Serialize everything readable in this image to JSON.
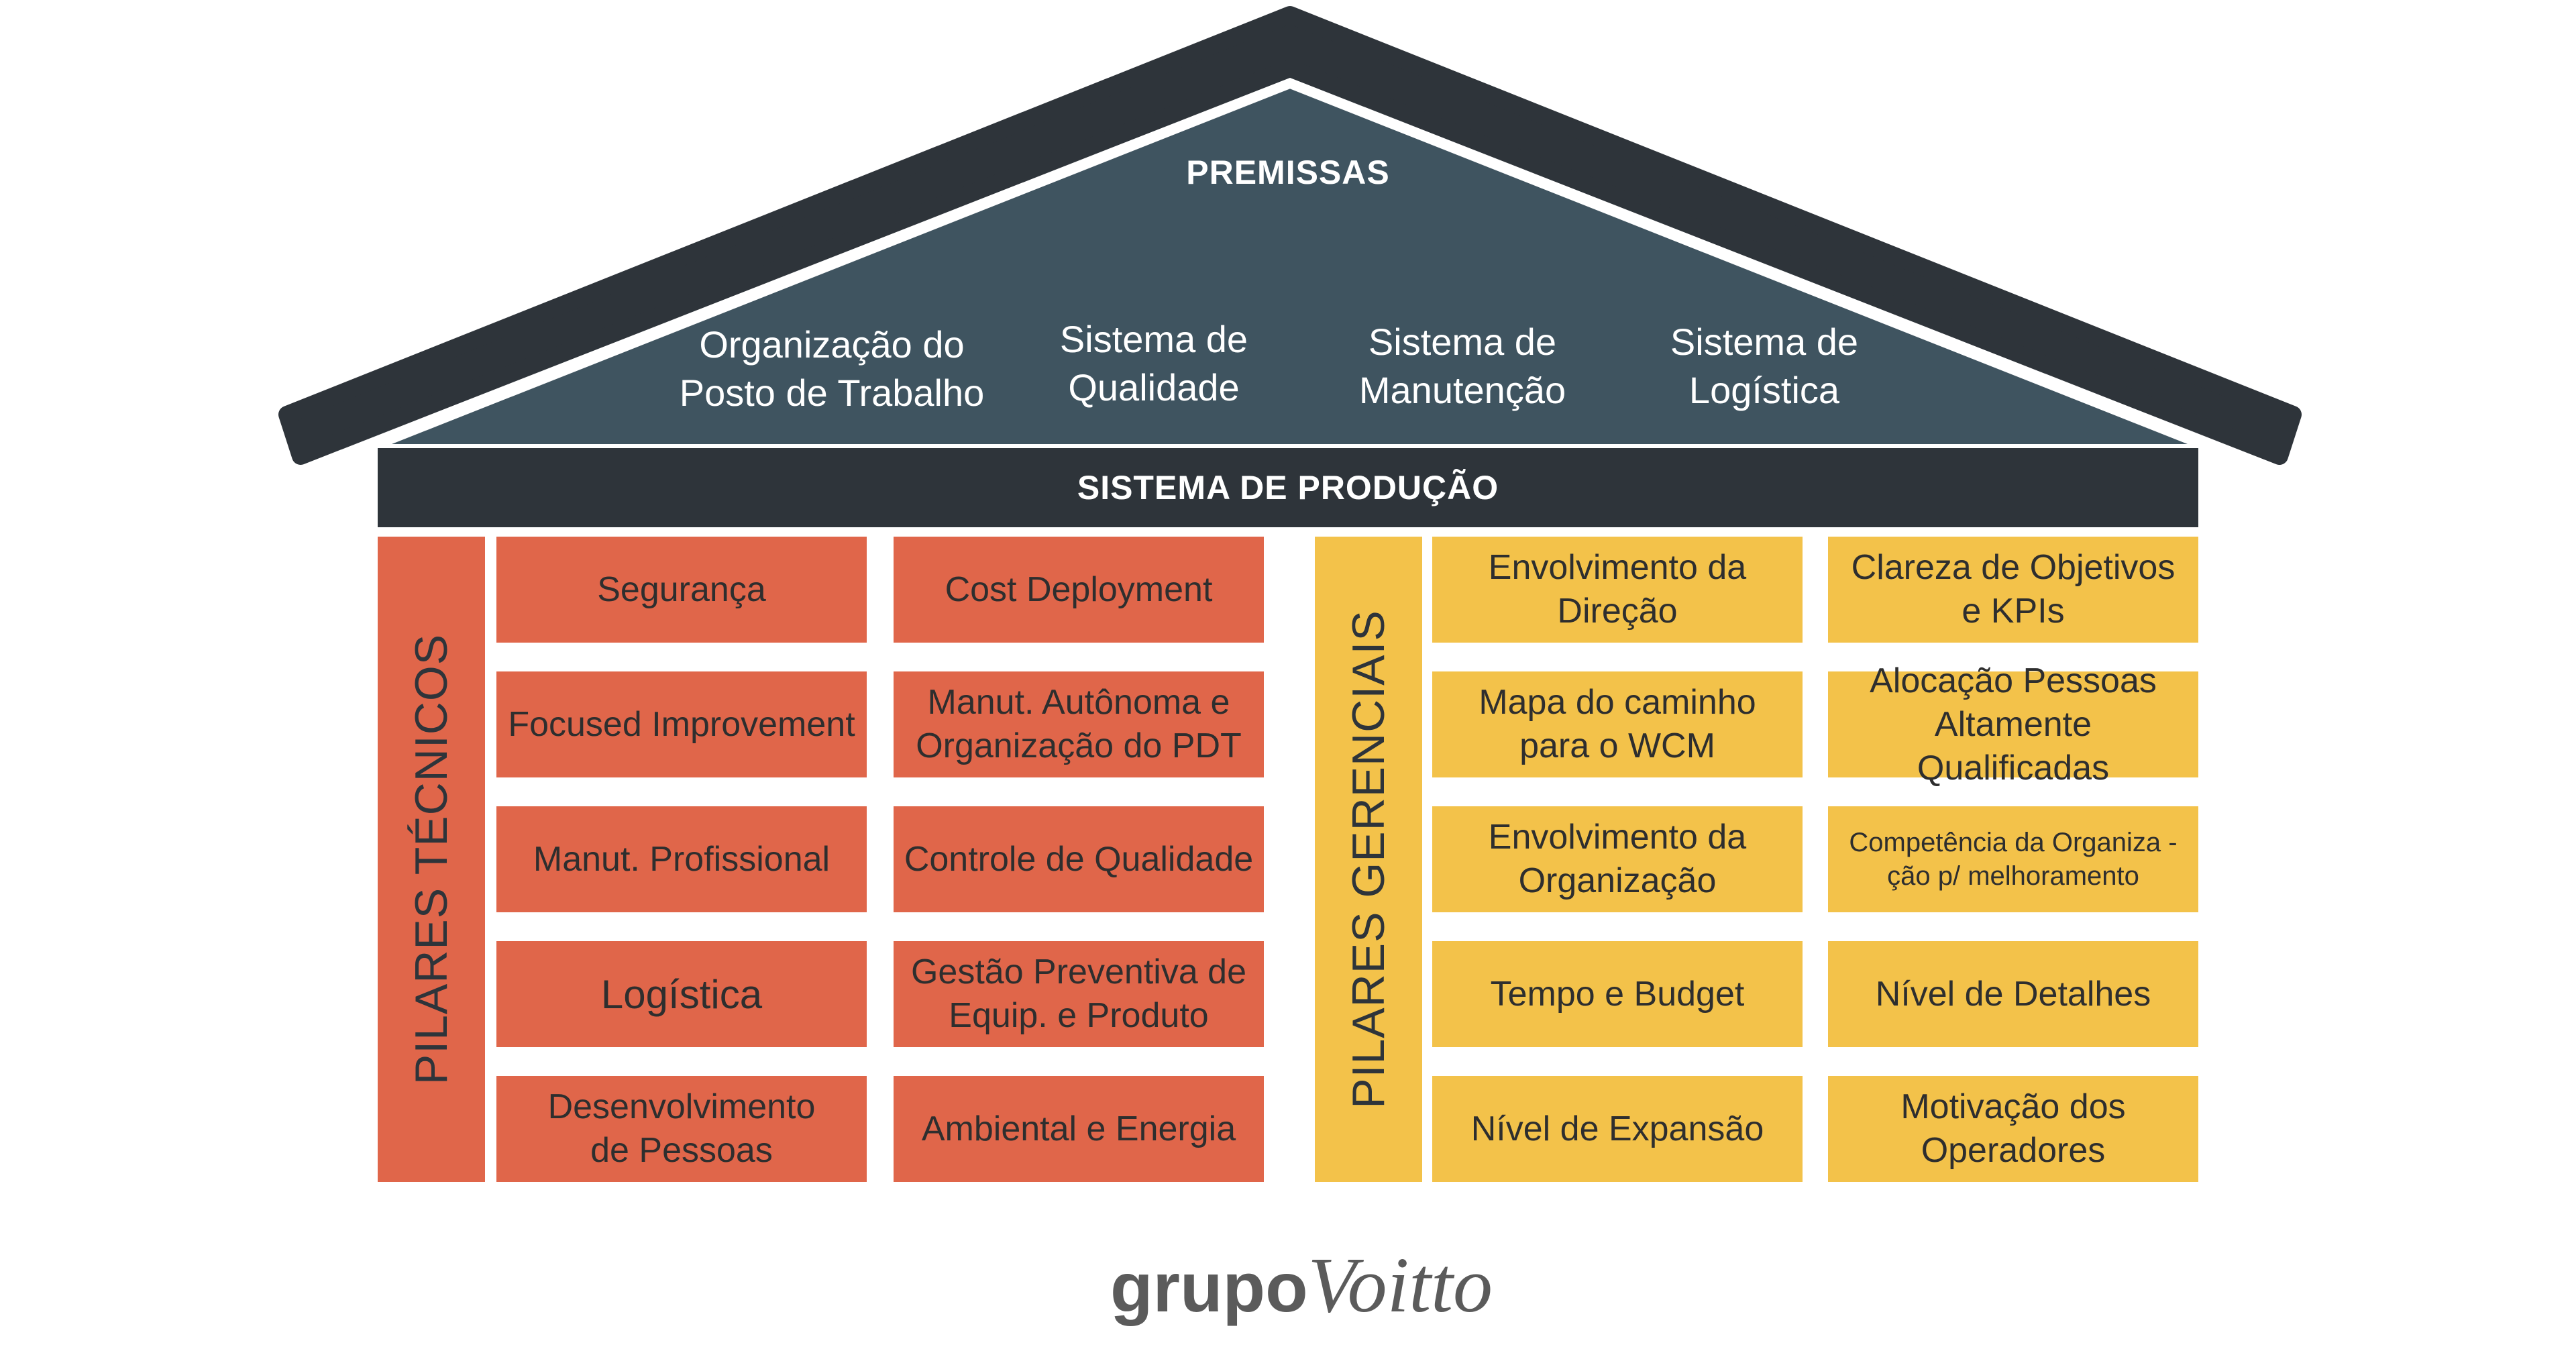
{
  "colors": {
    "roof_outline": "#2e343a",
    "roof_fill": "#3f5460",
    "band": "#2e343a",
    "technical_pillar": "#e0664a",
    "managerial_pillar": "#f3c24a",
    "logo": "#5b5b5b"
  },
  "roof": {
    "heading": "PREMISSAS",
    "items": [
      "Organização do\nPosto de Trabalho",
      "Sistema de\nQualidade",
      "Sistema de\nManutenção",
      "Sistema de\nLogística"
    ]
  },
  "band": {
    "label": "SISTEMA DE PRODUÇÃO"
  },
  "technical": {
    "label": "PILARES TÉCNICOS",
    "col1": [
      "Segurança",
      "Focused Improvement",
      "Manut. Profissional",
      "Logística",
      "Desenvolvimento\nde Pessoas"
    ],
    "col2": [
      "Cost Deployment",
      "Manut. Autônoma e\nOrganização do PDT",
      "Controle de Qualidade",
      "Gestão Preventiva de\nEquip. e Produto",
      "Ambiental e Energia"
    ]
  },
  "managerial": {
    "label": "PILARES GERENCIAIS",
    "col1": [
      "Envolvimento da\nDireção",
      "Mapa do caminho\npara o WCM",
      "Envolvimento da\nOrganização",
      "Tempo e Budget",
      "Nível de Expansão"
    ],
    "col2": [
      "Clareza de Objetivos\ne KPIs",
      "Alocação Pessoas\nAltamente Qualificadas",
      "Competência da Organiza -\nção p/ melhoramento",
      "Nível de Detalhes",
      "Motivação dos\nOperadores"
    ]
  },
  "logo": {
    "part1": "grupo",
    "part2": "Voitto"
  }
}
